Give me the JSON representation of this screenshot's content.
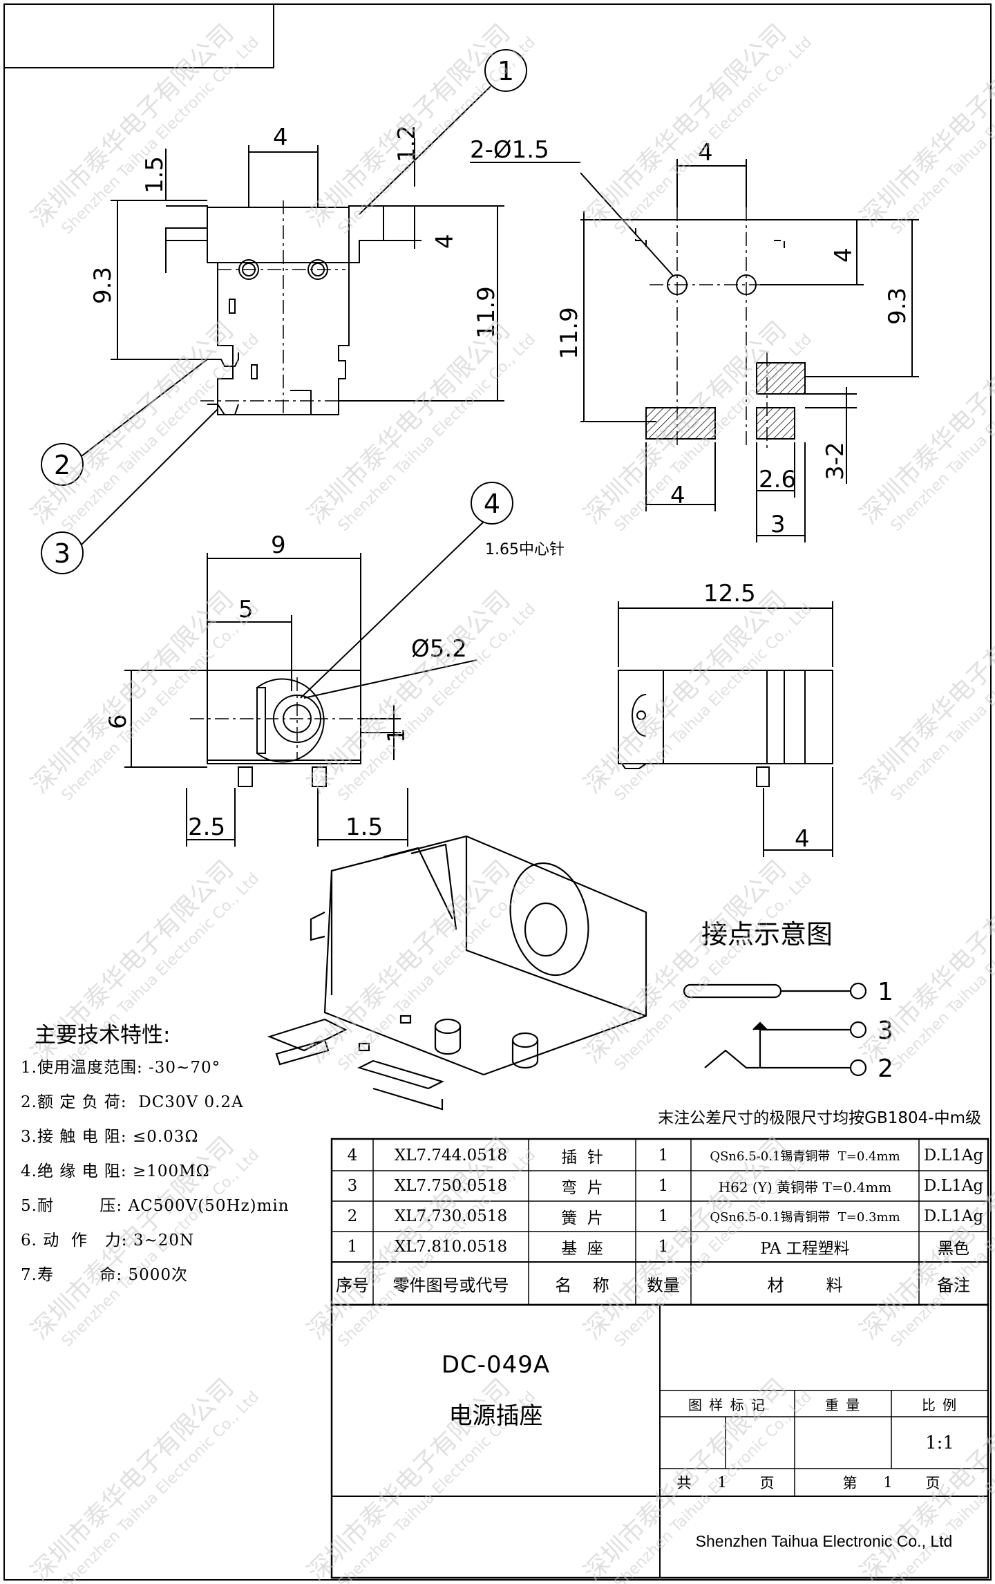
{
  "drawing": {
    "callouts": [
      "1",
      "2",
      "3",
      "4"
    ],
    "pin_note": "1.65中心针",
    "hole_note": "2-Ø1.5",
    "dimensions": {
      "top_left": [
        "4",
        "1.2",
        "1.5",
        "9.3",
        "4",
        "11.9"
      ],
      "top_right": [
        "4",
        "4",
        "11.9",
        "9.3",
        "4",
        "2.6",
        "3",
        "3-2"
      ],
      "front": [
        "9",
        "5",
        "Ø5.2",
        "6",
        "1",
        "2.5",
        "1.5"
      ],
      "side": [
        "12.5",
        "4"
      ]
    }
  },
  "contact_diagram": {
    "title": "接点示意图",
    "labels": [
      "1",
      "3",
      "2"
    ]
  },
  "specs": {
    "title": "主要技术特性:",
    "items": [
      "1.使用温度范围: -30~70°",
      "2.额 定 负 荷:  DC30V 0.2A",
      "3.接 触 电 阻: ≤0.03Ω",
      "4.绝 缘 电 阻: ≥100MΩ",
      "5.耐        压: AC500V(50Hz)min",
      "6. 动  作   力: 3~20N",
      "7.寿        命: 5000次"
    ]
  },
  "tolerance_note": "末注公差尺寸的极限尺寸均按GB1804-中m级",
  "parts_table": {
    "headers": [
      "序号",
      "零件图号或代号",
      "名    称",
      "数量",
      "材        料",
      "备注"
    ],
    "rows": [
      [
        "4",
        "XL7.744.0518",
        "插  针",
        "1",
        "QSn6.5-0.1锡青铜带  T=0.4mm",
        "D.L1Ag"
      ],
      [
        "3",
        "XL7.750.0518",
        "弯  片",
        "1",
        "H62 (Y) 黄铜带 T=0.4mm",
        "D.L1Ag"
      ],
      [
        "2",
        "XL7.730.0518",
        "簧  片",
        "1",
        "QSn6.5-0.1锡青铜带  T=0.3mm",
        "D.L1Ag"
      ],
      [
        "1",
        "XL7.810.0518",
        "基  座",
        "1",
        "PA 工程塑料",
        "黑色"
      ]
    ]
  },
  "title_block": {
    "model": "DC-049A",
    "name": "电源插座",
    "pattern_label": "图 样 标 记",
    "weight_label": "重 量",
    "scale_label": "比 例",
    "scale_value": "1:1",
    "total_label": "共",
    "total_value": "1",
    "page_unit": "页",
    "page_label": "第",
    "page_value": "1",
    "page_unit2": "页",
    "company": "Shenzhen Taihua Electronic Co., Ltd"
  },
  "watermark": {
    "cn": "深圳市泰华电子有限公司",
    "en": "Shenzhen Taihua Electronic Co., Ltd"
  }
}
